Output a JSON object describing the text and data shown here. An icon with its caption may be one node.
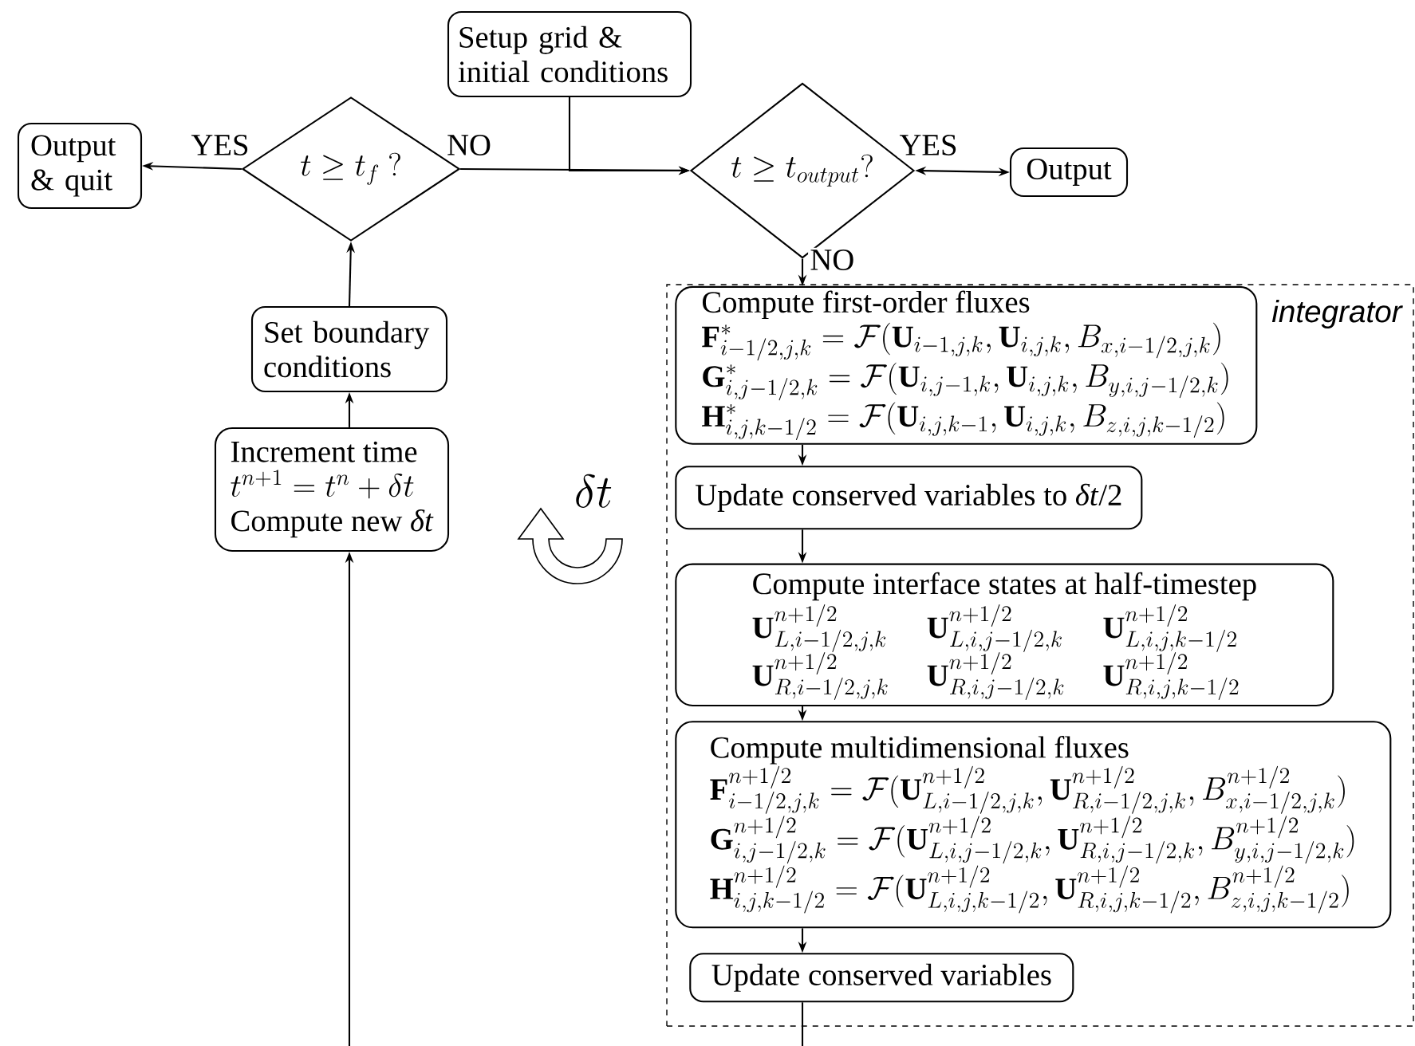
{
  "diagram": {
    "nodes": [
      {
        "text": [
          "Output & quit"
        ]
      },
      {
        "text": [
          "t \\geq t_f\\ ?"
        ]
      },
      {
        "text": [
          "Setup grid & initial conditions"
        ]
      },
      {
        "text": [
          "t \\geq t_{output}?"
        ]
      },
      {
        "text": [
          "Output"
        ]
      },
      {
        "text": [
          "integrator"
        ]
      },
      {
        "text": [
          "Compute first-order fluxes",
          "\\mathbf{F}^{*}_{i-1/2,j,k} = \\mathcal{F}(\\mathbf{U}_{i-1,j,k}, \\mathbf{U}_{i,j,k}, B_{x,i-1/2,j,k})",
          "\\mathbf{G}^{*}_{i,j-1/2,k} = \\mathcal{F}(\\mathbf{U}_{i,j-1,k}, \\mathbf{U}_{i,j,k}, B_{y,i,j-1/2,k})",
          "\\mathbf{H}^{*}_{i,j,k-1/2} = \\mathcal{F}(\\mathbf{U}_{i,j,k-1}, \\mathbf{U}_{i,j,k}, B_{z,i,j,k-1/2})"
        ],
        "in": 5
      },
      {
        "text": [
          "Update conserved variables to *δt*/2"
        ],
        "in": 5
      },
      {
        "text": [
          "Compute interface states at half-timestep",
          "\\mathbf{U}^{n+1/2}_{L,i-1/2,j,k}",
          "\\mathbf{U}^{n+1/2}_{L,i,j-1/2,k}",
          "\\mathbf{U}^{n+1/2}_{L,i,j,k-1/2}",
          "\\mathbf{U}^{n+1/2}_{R,i-1/2,j,k}",
          "\\mathbf{U}^{n+1/2}_{R,i,j-1/2,k}",
          "\\mathbf{U}^{n+1/2}_{R,i,j,k-1/2}"
        ],
        "in": 5
      },
      {
        "text": [
          "Compute multidimensional fluxes",
          "\\mathbf{F}^{n+1/2}_{i-1/2,j,k} = \\mathcal{F}(\\mathbf{U}^{n+1/2}_{L,i-1/2,j,k}, \\mathbf{U}^{n+1/2}_{R,i-1/2,j,k}, B^{n+1/2}_{x,i-1/2,j,k})",
          "\\mathbf{G}^{n+1/2}_{i,j-1/2,k} = \\mathcal{F}(\\mathbf{U}^{n+1/2}_{L,i,j-1/2,k}, \\mathbf{U}^{n+1/2}_{R,i,j-1/2,k}, B^{n+1/2}_{y,i,j-1/2,k})",
          "\\mathbf{H}^{n+1/2}_{i,j,k-1/2} = \\mathcal{F}(\\mathbf{U}^{n+1/2}_{L,i,j,k-1/2}, \\mathbf{U}^{n+1/2}_{R,i,j,k-1/2}, B^{n+1/2}_{z,i,j,k-1/2})"
        ],
        "in": 5
      },
      {
        "text": [
          "Update conserved variables"
        ],
        "in": 5
      },
      {
        "text": [
          "Set boundary conditions"
        ]
      },
      {
        "text": [
          "Increment time",
          "t^{n+1} = t^n + \\delta t",
          "Compute new *δt*"
        ]
      }
    ],
    "edges": [
      {
        "from": 1,
        "to": 0,
        "arrow": "to",
        "label": "YES"
      },
      {
        "from": 1,
        "to": 3,
        "arrow": "to",
        "label": "NO"
      },
      {
        "from": 2,
        "to": 3,
        "arrow": "to"
      },
      {
        "from": 3,
        "to": 4,
        "arrow": "both",
        "label": "YES"
      },
      {
        "from": 3,
        "to": 6,
        "arrow": "to",
        "label": "NO"
      },
      {
        "from": 6,
        "to": 7,
        "arrow": "to"
      },
      {
        "from": 7,
        "to": 8,
        "arrow": "to"
      },
      {
        "from": 8,
        "to": 9,
        "arrow": "to"
      },
      {
        "from": 9,
        "to": 10,
        "arrow": "to"
      },
      {
        "from": 10,
        "to": null,
        "arrow": "none"
      },
      {
        "from": null,
        "to": 12,
        "arrow": "to"
      },
      {
        "from": 12,
        "to": 11,
        "arrow": "to"
      },
      {
        "from": 11,
        "to": 1,
        "arrow": "to"
      }
    ],
    "labels": [
      "\\delta t"
    ]
  }
}
